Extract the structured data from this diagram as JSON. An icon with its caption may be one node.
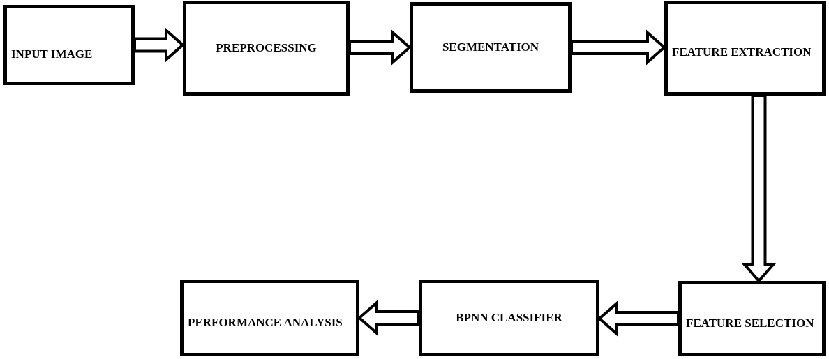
{
  "diagram": {
    "nodes": [
      {
        "text": [
          "INPUT IMAGE"
        ]
      },
      {
        "text": [
          "PREPROCESSING"
        ]
      },
      {
        "text": [
          "SEGMENTATION"
        ]
      },
      {
        "text": [
          "FEATURE EXTRACTION"
        ]
      },
      {
        "text": [
          "FEATURE SELECTION"
        ]
      },
      {
        "text": [
          "BPNN CLASSIFIER"
        ]
      },
      {
        "text": [
          "PERFORMANCE ANALYSIS"
        ]
      }
    ],
    "edges": [
      {
        "from": 0,
        "to": 1,
        "arrow": "to"
      },
      {
        "from": 1,
        "to": 2,
        "arrow": "to"
      },
      {
        "from": 2,
        "to": 3,
        "arrow": "to"
      },
      {
        "from": 3,
        "to": 4,
        "arrow": "to"
      },
      {
        "from": 4,
        "to": 5,
        "arrow": "to"
      },
      {
        "from": 5,
        "to": 6,
        "arrow": "to"
      }
    ]
  }
}
